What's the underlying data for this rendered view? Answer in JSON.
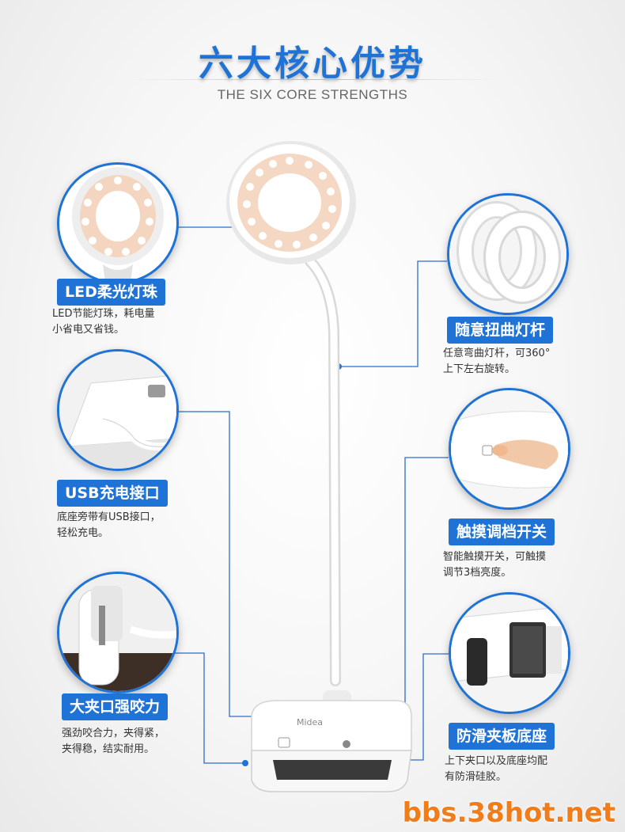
{
  "header": {
    "title": "六大核心优势",
    "subtitle": "THE SIX CORE STRENGTHS"
  },
  "features": [
    {
      "label": "LED柔光灯珠",
      "desc_line1": "LED节能灯珠，耗电量",
      "desc_line2": "小省电又省钱。"
    },
    {
      "label": "随意扭曲灯杆",
      "desc_line1": "任意弯曲灯杆，可360°",
      "desc_line2": "上下左右旋转。"
    },
    {
      "label": "USB充电接口",
      "desc_line1": "底座旁带有USB接口，",
      "desc_line2": "轻松充电。"
    },
    {
      "label": "触摸调档开关",
      "desc_line1": "智能触摸开关，可触摸",
      "desc_line2": "调节3档亮度。"
    },
    {
      "label": "大夹口强咬力",
      "desc_line1": "强劲咬合力，夹得紧，",
      "desc_line2": "夹得稳，结实耐用。"
    },
    {
      "label": "防滑夹板底座",
      "desc_line1": "上下夹口以及底座均配",
      "desc_line2": "有防滑硅胶。"
    }
  ],
  "product": {
    "brand_text": "Midea"
  },
  "watermark": "bbs.38hot.net",
  "colors": {
    "accent": "#1f73d6",
    "watermark": "#f07c1a"
  }
}
